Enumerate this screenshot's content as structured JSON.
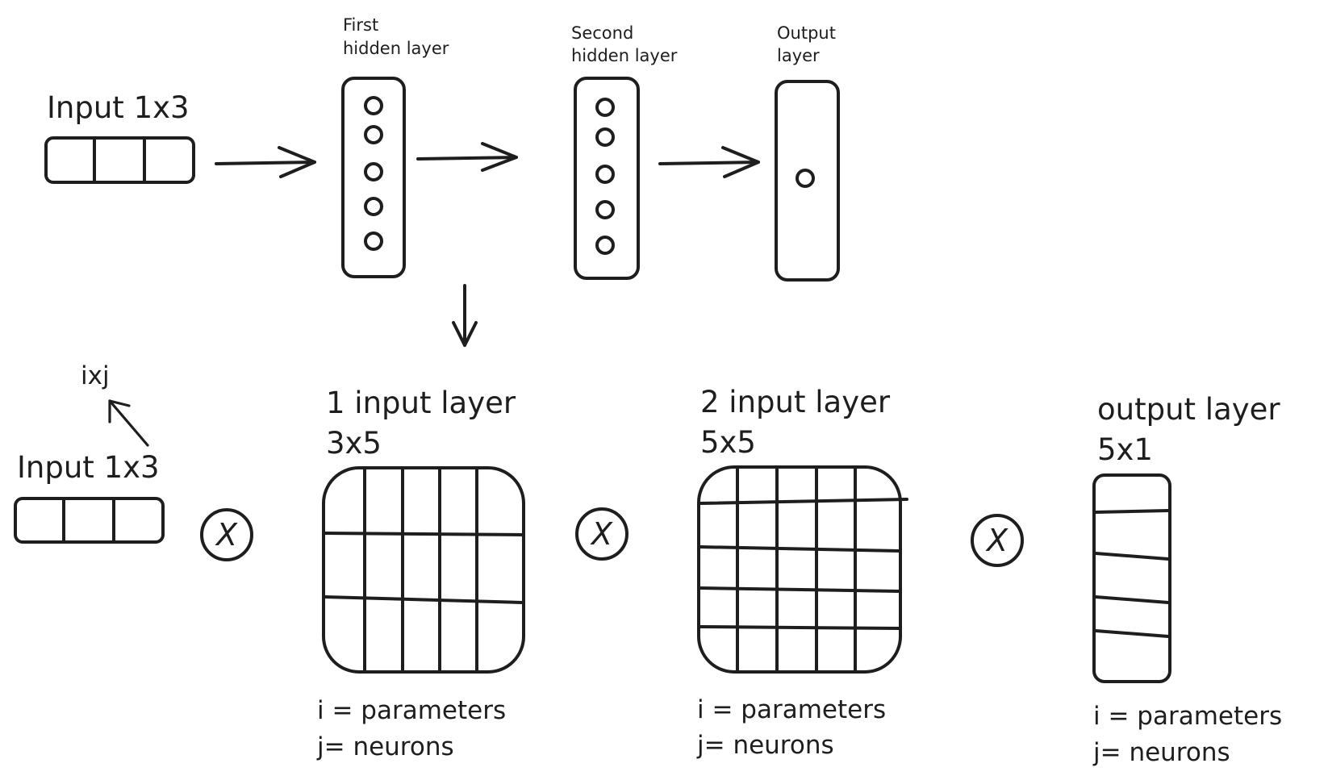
{
  "top_diagram": {
    "input_label": "Input 1x3",
    "first_hidden_label_line1": "First",
    "first_hidden_label_line2": "hidden layer",
    "second_hidden_label_line1": "Second",
    "second_hidden_label_line2": "hidden layer",
    "output_label_line1": "Output",
    "output_label_line2": "layer",
    "first_hidden_neurons": 5,
    "second_hidden_neurons": 5,
    "output_neurons": 1
  },
  "bottom_diagram": {
    "ixj_label": "ixj",
    "input_label": "Input 1x3",
    "multiply_symbol": "X",
    "layer1": {
      "title": "1 input layer",
      "shape": "3x5",
      "rows": 3,
      "cols": 5,
      "note_i": "i = parameters",
      "note_j": "j= neurons"
    },
    "layer2": {
      "title": "2 input layer",
      "shape": "5x5",
      "rows": 5,
      "cols": 5,
      "note_i": "i = parameters",
      "note_j": "j= neurons"
    },
    "output": {
      "title": "output layer",
      "shape": "5x1",
      "rows": 5,
      "cols": 1,
      "note_i": "i = parameters",
      "note_j": "j= neurons"
    }
  }
}
